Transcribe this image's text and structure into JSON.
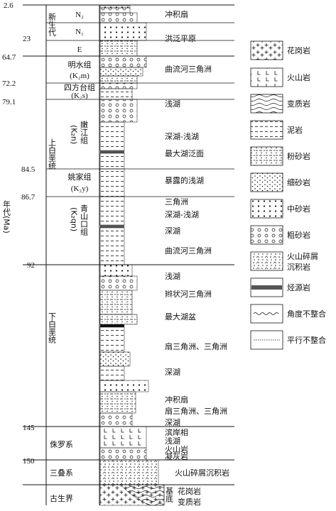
{
  "y_axis_label": "年代(Ma)",
  "ages": [
    "2.6",
    "23",
    "64.7",
    "72.2",
    "79.1",
    "84.5",
    "86.7",
    "92",
    "145",
    "150"
  ],
  "eras": [
    {
      "label": "新生代"
    },
    {
      "label": "上白垩统"
    },
    {
      "label": "下白垩统"
    },
    {
      "label": "侏罗系"
    },
    {
      "label": "三叠系"
    },
    {
      "label": "古生界"
    }
  ],
  "formations": [
    {
      "label": "N₂"
    },
    {
      "label": "N₁"
    },
    {
      "label": "E"
    },
    {
      "label": "明水组",
      "sub": "(K₂m)"
    },
    {
      "label": "四方台组",
      "sub": "(K₂s)"
    },
    {
      "label": "嫩江组",
      "sub": "(K₂n)"
    },
    {
      "label": "姚家组",
      "sub": "(K₂y)"
    },
    {
      "label": "青山口组",
      "sub": "(K₂qn)"
    }
  ],
  "environments": [
    "冲积扇",
    "洪泛平原",
    "曲流河三角洲",
    "浅湖",
    "深湖-浅湖",
    "最大湖泛面",
    "暴露的浅湖",
    "三角洲",
    "深湖-浅湖",
    "深湖",
    "曲流河三角洲",
    "浅湖",
    "辫状河三角洲",
    "最大湖盆",
    "扇三角洲、三角洲",
    "深湖",
    "冲积扇",
    "扇三角洲、三角洲",
    "深湖",
    "滨岸相",
    "浅湖",
    "火山岩",
    "凝灰岩",
    "火山碎屑沉积岩",
    "花岗岩",
    "变质岩"
  ],
  "basement_label": "基底",
  "legend": [
    {
      "label": "花岗岩",
      "icon": "granite-pattern"
    },
    {
      "label": "火山岩",
      "icon": "volcanic-pattern"
    },
    {
      "label": "变质岩",
      "icon": "metamorphic-pattern"
    },
    {
      "label": "泥岩",
      "icon": "mudstone-pattern"
    },
    {
      "label": "粉砂岩",
      "icon": "siltstone-pattern"
    },
    {
      "label": "细砂岩",
      "icon": "fine-sandstone-pattern"
    },
    {
      "label": "中砂岩",
      "icon": "medium-sandstone-pattern"
    },
    {
      "label": "粗砂岩",
      "icon": "coarse-sandstone-pattern"
    },
    {
      "label": "火山碎屑",
      "label2": "沉积岩",
      "icon": "pyroclastic-pattern"
    },
    {
      "label": "烃源岩",
      "icon": "source-rock-pattern"
    },
    {
      "label": "角度不整合",
      "icon": "angular-unconformity-line"
    },
    {
      "label": "平行不整合",
      "icon": "parallel-unconformity-line"
    }
  ]
}
